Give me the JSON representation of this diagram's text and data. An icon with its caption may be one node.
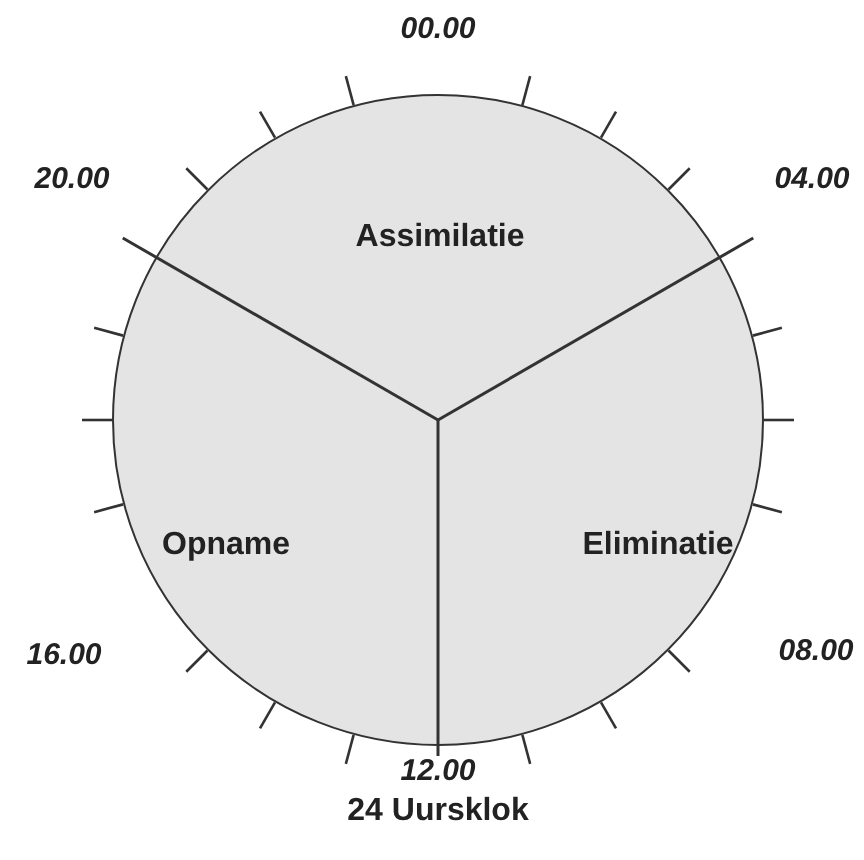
{
  "diagram": {
    "caption": "24 Uursklok",
    "nodes": [
      {
        "text": [],
        "shape": "circle"
      },
      {
        "text": [
          "Assimilatie"
        ],
        "in": 0
      },
      {
        "text": [
          "Opname"
        ],
        "in": 0
      },
      {
        "text": [
          "Eliminatie"
        ],
        "in": 0
      }
    ],
    "labels": [
      "00.00",
      "20.00",
      "04.00",
      "16.00",
      "08.00",
      "12.00"
    ]
  }
}
